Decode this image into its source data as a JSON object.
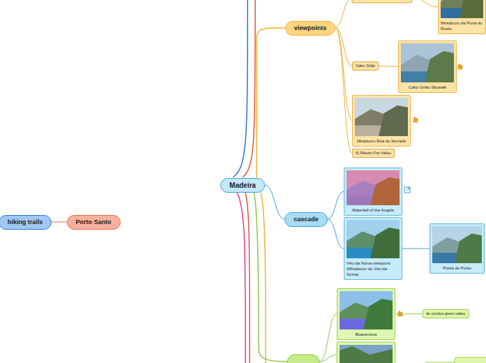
{
  "diagram": {
    "nodes": [
      {
        "text": [
          "Madeira"
        ]
      },
      {
        "text": [
          "viewpoints"
        ]
      },
      {
        "text": [
          "Miradouro da Porta do Rosto"
        ]
      },
      {
        "text": [
          "Cabo Girão"
        ]
      },
      {
        "text": [
          "Cabo Girão Skywalk"
        ]
      },
      {
        "text": [
          "Miradouro Eira do Serrado"
        ]
      },
      {
        "text": [
          "6) Ribeiro Frio Valley"
        ]
      },
      {
        "text": [
          "cascade"
        ]
      },
      {
        "text": [
          "Waterfall of the Angels"
        ]
      },
      {
        "text": [
          "Véu da Noiva viewpoint (Miradouro do Véu da Noiva)"
        ]
      },
      {
        "text": [
          "Ponta do Poiso"
        ]
      },
      {
        "text": [
          "Boaventura"
        ]
      },
      {
        "text": [
          "de condus green valley"
        ]
      },
      {
        "text": [
          "hiking trails"
        ]
      },
      {
        "text": [
          "Porto Santo"
        ]
      }
    ],
    "edges": [
      {
        "from": 0,
        "to": 1,
        "arrow": "none"
      },
      {
        "from": 1,
        "to": 3,
        "arrow": "none"
      },
      {
        "from": 3,
        "to": 4,
        "arrow": "none"
      },
      {
        "from": 1,
        "to": 5,
        "arrow": "none"
      },
      {
        "from": 1,
        "to": 6,
        "arrow": "none"
      },
      {
        "from": 0,
        "to": 7,
        "arrow": "none"
      },
      {
        "from": 7,
        "to": 8,
        "arrow": "none"
      },
      {
        "from": 7,
        "to": 9,
        "arrow": "none"
      },
      {
        "from": 9,
        "to": 10,
        "arrow": "none"
      },
      {
        "from": 11,
        "to": 12,
        "arrow": "none"
      },
      {
        "from": 13,
        "to": 14,
        "arrow": "none"
      }
    ]
  }
}
